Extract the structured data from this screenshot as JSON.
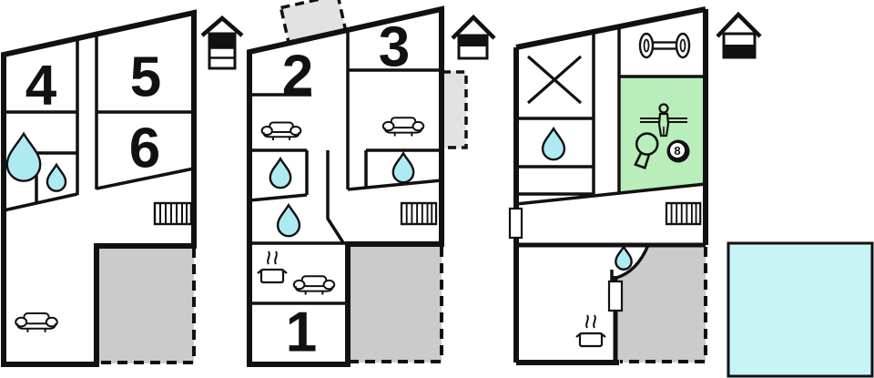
{
  "colors": {
    "wall": "#111111",
    "water": "#aeeaf2",
    "pool": "#c9f4f6",
    "games_room": "#b9edba",
    "terrace": "#cbcbcb",
    "balcony": "#e2e2e2"
  },
  "plans": {
    "left": {
      "rooms": {
        "r4": "4",
        "r5": "5",
        "r6": "6"
      }
    },
    "middle": {
      "rooms": {
        "r1": "1",
        "r2": "2",
        "r3": "3"
      }
    },
    "right": {
      "billiard_ball": "8"
    }
  },
  "icons": {
    "north_indicator": "house-north-arrow",
    "water_drop": "droplet",
    "sofa": "sofa-front-view",
    "radiator": "hatched-radiator",
    "stove": "steaming-pot",
    "dumbbell": "dumbbell",
    "table_tennis_paddle": "paddle",
    "billiard_ball": "8-ball",
    "foosball_player": "foosball-player",
    "crossed_room": "x-mark"
  }
}
